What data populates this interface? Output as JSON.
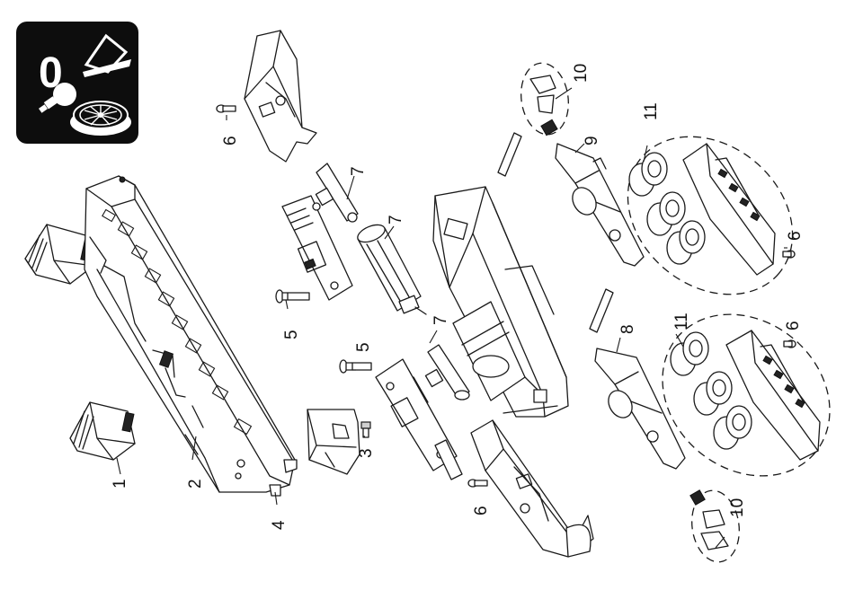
{
  "icon_panel": {
    "digit": "0",
    "icons": [
      "track-gauge-icon",
      "lamp-bulb-icon",
      "wheel-icon",
      "oil-can-icon"
    ]
  },
  "callouts": {
    "c1": "1",
    "c2": "2",
    "c3": "3",
    "c4": "4",
    "c5a": "5",
    "c5b": "5",
    "c6a": "6",
    "c6b": "6",
    "c6c": "6",
    "c6d": "6",
    "c7a": "7",
    "c7b": "7",
    "c7c": "7",
    "c8": "8",
    "c9": "9",
    "c10a": "10",
    "c10b": "10",
    "c11a": "11",
    "c11b": "11"
  }
}
